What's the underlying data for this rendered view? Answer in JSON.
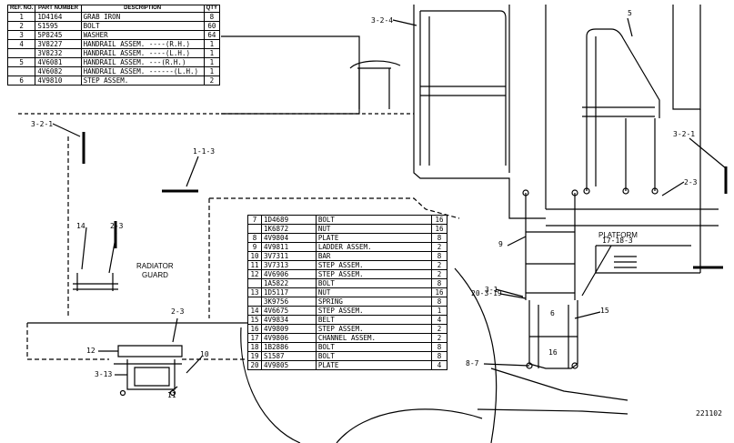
{
  "table_top": {
    "headers": {
      "ref": "REF. NO.",
      "part": "PART NUMBER",
      "desc": "DESCRIPTION",
      "qty": "QTY"
    },
    "rows": [
      {
        "ref": "1",
        "part": "1D4164",
        "desc": "GRAB IRON",
        "qty": "8"
      },
      {
        "ref": "2",
        "part": "S1595",
        "desc": "BOLT",
        "qty": "60"
      },
      {
        "ref": "3",
        "part": "5P8245",
        "desc": "WASHER",
        "qty": "64"
      },
      {
        "ref": "4",
        "part": "3V8227",
        "desc": "HANDRAIL ASSEM. ----(R.H.)",
        "qty": "1"
      },
      {
        "ref": "",
        "part": "3V8232",
        "desc": "HANDRAIL ASSEM. ----(L.H.)",
        "qty": "1"
      },
      {
        "ref": "5",
        "part": "4V6081",
        "desc": "HANDRAIL ASSEM. ---(R.H.)",
        "qty": "1"
      },
      {
        "ref": "",
        "part": "4V6082",
        "desc": "HANDRAIL ASSEM. ------(L.H.)",
        "qty": "1"
      },
      {
        "ref": "6",
        "part": "4V9810",
        "desc": "STEP ASSEM.",
        "qty": "2"
      }
    ]
  },
  "table_bottom": {
    "rows": [
      {
        "ref": "7",
        "part": "1D4689",
        "desc": "BOLT",
        "qty": "16"
      },
      {
        "ref": "",
        "part": "1K6872",
        "desc": "NUT",
        "qty": "16"
      },
      {
        "ref": "8",
        "part": "4V9804",
        "desc": "PLATE",
        "qty": "8"
      },
      {
        "ref": "9",
        "part": "4V9811",
        "desc": "LADDER ASSEM.",
        "qty": "2"
      },
      {
        "ref": "10",
        "part": "3V7311",
        "desc": "BAR",
        "qty": "8"
      },
      {
        "ref": "11",
        "part": "3V7313",
        "desc": "STEP ASSEM.",
        "qty": "2"
      },
      {
        "ref": "12",
        "part": "4V6906",
        "desc": "STEP ASSEM.",
        "qty": "2"
      },
      {
        "ref": "",
        "part": "1A5822",
        "desc": "BOLT",
        "qty": "8"
      },
      {
        "ref": "13",
        "part": "1D5117",
        "desc": "NUT",
        "qty": "16"
      },
      {
        "ref": "",
        "part": "3K9756",
        "desc": "SPRING",
        "qty": "8"
      },
      {
        "ref": "14",
        "part": "4V6675",
        "desc": "STEP ASSEM.",
        "qty": "1"
      },
      {
        "ref": "15",
        "part": "4V9834",
        "desc": "BELT",
        "qty": "4"
      },
      {
        "ref": "16",
        "part": "4V9809",
        "desc": "STEP ASSEM.",
        "qty": "2"
      },
      {
        "ref": "17",
        "part": "4V9806",
        "desc": "CHANNEL ASSEM.",
        "qty": "2"
      },
      {
        "ref": "18",
        "part": "1B2886",
        "desc": "BOLT",
        "qty": "8"
      },
      {
        "ref": "19",
        "part": "S1587",
        "desc": "BOLT",
        "qty": "8"
      },
      {
        "ref": "20",
        "part": "4V9805",
        "desc": "PLATE",
        "qty": "4"
      }
    ]
  },
  "labels": {
    "l_324": "3-2-4",
    "l_5": "5",
    "l_321a": "3-2-1",
    "l_321b": "3-2-1",
    "l_113": "1-1-3",
    "l_14": "14",
    "l_23a": "2-3",
    "l_23b": "2-3",
    "l_23c": "2-3",
    "l_radiator": "RADIATOR",
    "l_guard": "GUARD",
    "l_platform": "PLATFORM",
    "l_9": "9",
    "l_31": "3-1",
    "l_17183": "17-18-3",
    "l_20319": "20-3-19",
    "l_6": "6",
    "l_15": "15",
    "l_16": "16",
    "l_87": "8-7",
    "l_12": "12",
    "l_10": "10",
    "l_313": "3-13",
    "l_11": "11",
    "l_code": "221102"
  }
}
